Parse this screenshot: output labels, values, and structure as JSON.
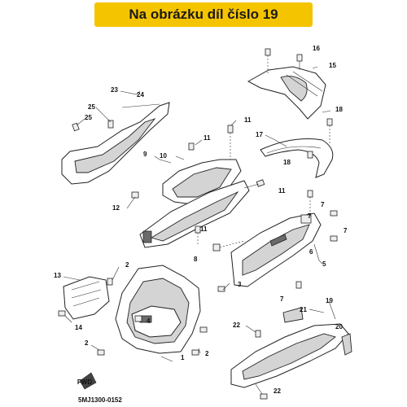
{
  "banner": {
    "text": "Na obrázku díl číslo 19",
    "color": "#f5c400"
  },
  "callouts": {
    "n1": "1",
    "n2a": "2",
    "n2b": "2",
    "n2c": "2",
    "n3": "3",
    "n4": "4",
    "n5": "5",
    "n6": "6",
    "n7a": "7",
    "n7b": "7",
    "n7c": "7",
    "n7d": "7",
    "n8": "8",
    "n9": "9",
    "n10": "10",
    "n11a": "11",
    "n11b": "11",
    "n11c": "11",
    "n11d": "11",
    "n12": "12",
    "n13": "13",
    "n14": "14",
    "n15": "15",
    "n16": "16",
    "n17": "17",
    "n18a": "18",
    "n18b": "18",
    "n19": "19",
    "n20": "20",
    "n21": "21",
    "n22a": "22",
    "n22b": "22",
    "n23": "23",
    "n24": "24",
    "n25a": "25",
    "n25b": "25"
  },
  "fwd_label": "FWD",
  "diagram_code": "5MJ1300-0152"
}
